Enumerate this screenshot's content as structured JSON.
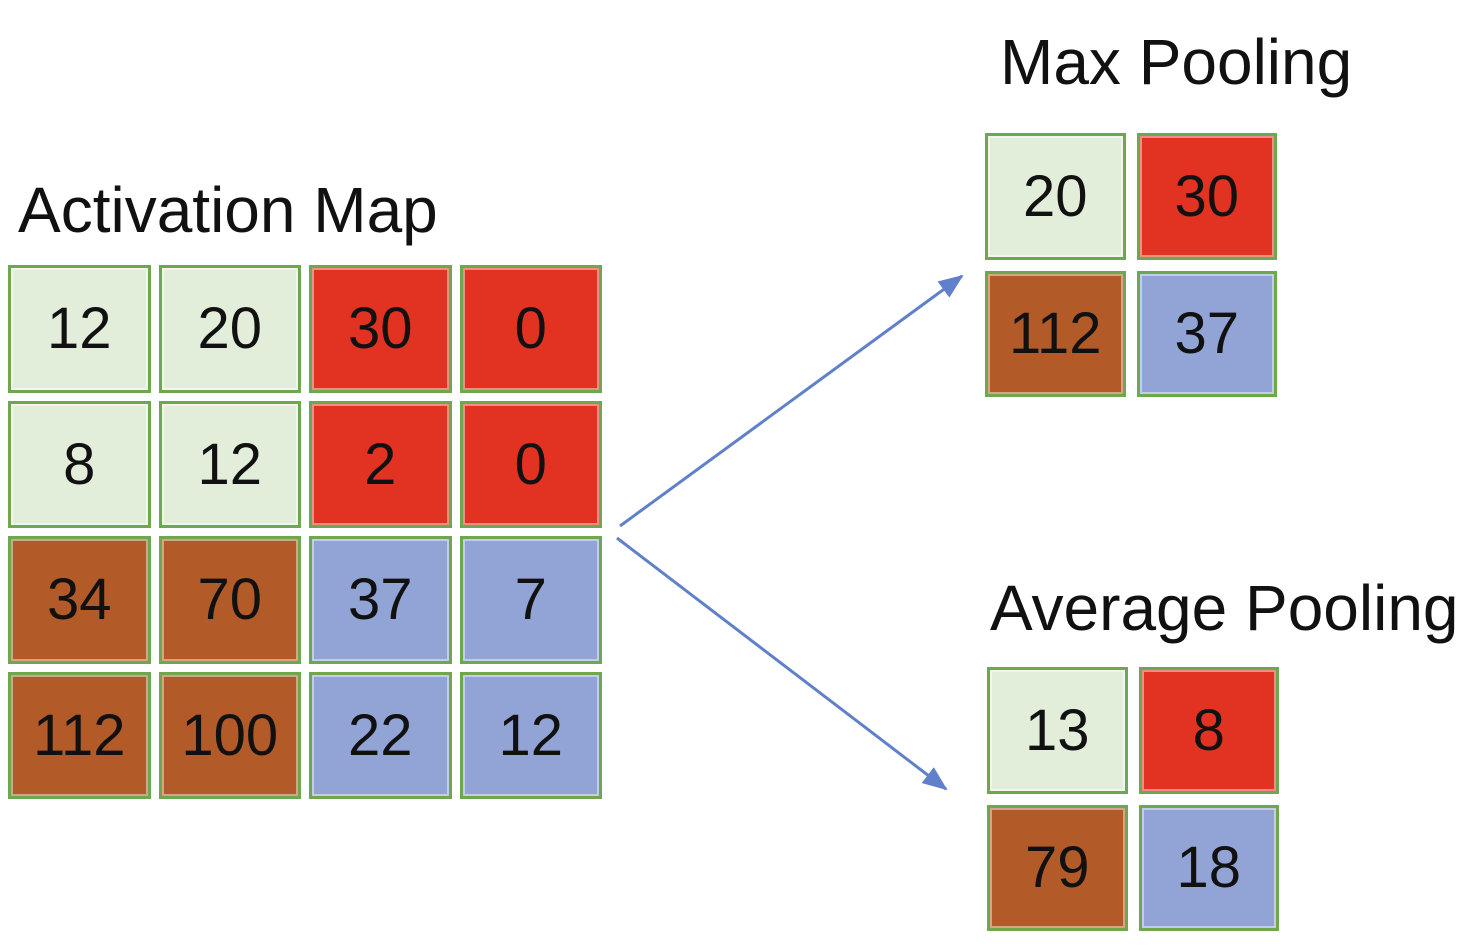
{
  "colors": {
    "quadrant_green": "#E3EEDA",
    "quadrant_red": "#E23222",
    "quadrant_brown": "#B25A28",
    "quadrant_blue": "#92A3D6",
    "cell_border_green": "#6FA74E",
    "arrow_blue": "#6080CB",
    "text_black": "#111111",
    "page_bg": "#FFFFFF"
  },
  "activation_map": {
    "title": "Activation Map",
    "cols": 4,
    "rows": 4,
    "cells": [
      {
        "value": "12",
        "group": "green"
      },
      {
        "value": "20",
        "group": "green"
      },
      {
        "value": "30",
        "group": "red"
      },
      {
        "value": "0",
        "group": "red"
      },
      {
        "value": "8",
        "group": "green"
      },
      {
        "value": "12",
        "group": "green"
      },
      {
        "value": "2",
        "group": "red"
      },
      {
        "value": "0",
        "group": "red"
      },
      {
        "value": "34",
        "group": "brown"
      },
      {
        "value": "70",
        "group": "brown"
      },
      {
        "value": "37",
        "group": "blue"
      },
      {
        "value": "7",
        "group": "blue"
      },
      {
        "value": "112",
        "group": "brown"
      },
      {
        "value": "100",
        "group": "brown"
      },
      {
        "value": "22",
        "group": "blue"
      },
      {
        "value": "12",
        "group": "blue"
      }
    ]
  },
  "max_pooling": {
    "title": "Max Pooling",
    "cols": 2,
    "rows": 2,
    "cells": [
      {
        "value": "20",
        "group": "green"
      },
      {
        "value": "30",
        "group": "red"
      },
      {
        "value": "112",
        "group": "brown"
      },
      {
        "value": "37",
        "group": "blue"
      }
    ]
  },
  "average_pooling": {
    "title": "Average Pooling",
    "cols": 2,
    "rows": 2,
    "cells": [
      {
        "value": "13",
        "group": "green"
      },
      {
        "value": "8",
        "group": "red"
      },
      {
        "value": "79",
        "group": "brown"
      },
      {
        "value": "18",
        "group": "blue"
      }
    ]
  }
}
